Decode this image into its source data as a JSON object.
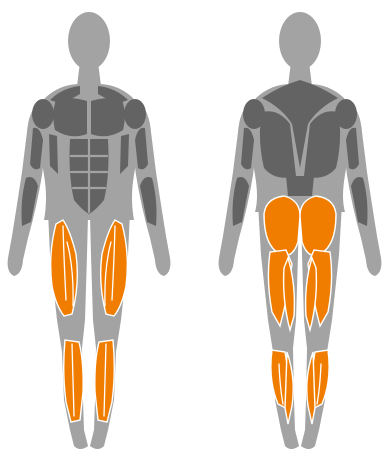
{
  "colors": {
    "skin": "#a3a3a3",
    "muscle": "#636363",
    "target": "#f07d00",
    "line": "#ffffff"
  },
  "views": [
    {
      "id": "front",
      "highlighted_muscles": [
        "quadriceps",
        "shins"
      ]
    },
    {
      "id": "back",
      "highlighted_muscles": [
        "glutes",
        "hamstrings",
        "calves"
      ]
    }
  ]
}
